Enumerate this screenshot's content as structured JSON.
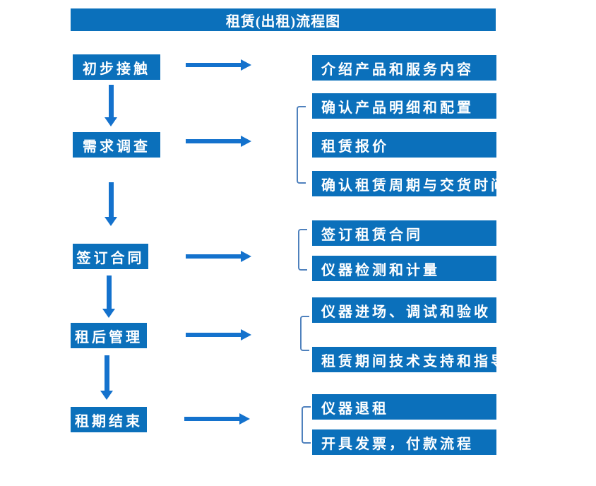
{
  "title": "租赁(出租)流程图",
  "colors": {
    "box_blue": "#0b70bb",
    "arrow_blue": "#1472cd",
    "bracket_blue": "#4f81bd",
    "text_white": "#ffffff"
  },
  "steps": [
    {
      "label": "初步接触",
      "details": [
        "介绍产品和服务内容"
      ]
    },
    {
      "label": "需求调查",
      "details": [
        "确认产品明细和配置",
        "租赁报价",
        "确认租赁周期与交货时间"
      ]
    },
    {
      "label": "签订合同",
      "details": [
        "签订租赁合同",
        "仪器检测和计量"
      ]
    },
    {
      "label": "租后管理",
      "details": [
        "仪器进场、调试和验收",
        "租赁期间技术支持和指导"
      ]
    },
    {
      "label": "租期结束",
      "details": [
        "仪器退租",
        "开具发票，付款流程"
      ]
    }
  ]
}
